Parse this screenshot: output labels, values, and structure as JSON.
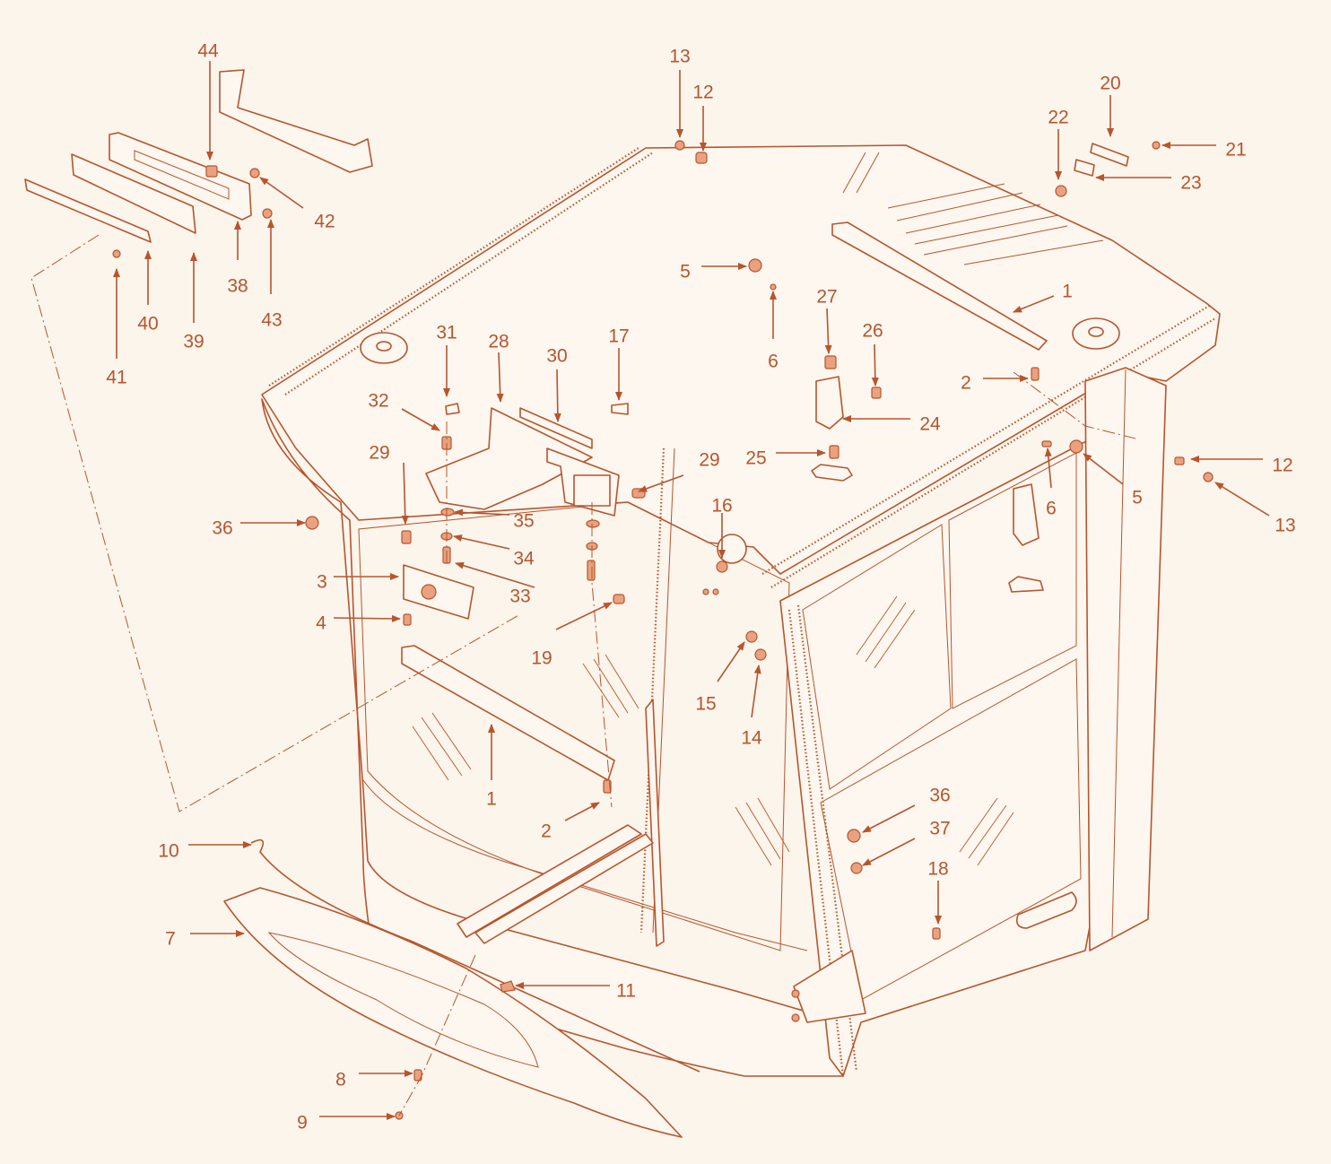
{
  "diagram": {
    "type": "exploded-parts-diagram",
    "line_color": "#b8542e",
    "background_color": "#fbf5ec",
    "callouts": [
      {
        "label": "44"
      },
      {
        "label": "42"
      },
      {
        "label": "38"
      },
      {
        "label": "43"
      },
      {
        "label": "40"
      },
      {
        "label": "39"
      },
      {
        "label": "41"
      },
      {
        "label": "13"
      },
      {
        "label": "12"
      },
      {
        "label": "5"
      },
      {
        "label": "6"
      },
      {
        "label": "31"
      },
      {
        "label": "28"
      },
      {
        "label": "30"
      },
      {
        "label": "17"
      },
      {
        "label": "32"
      },
      {
        "label": "29"
      },
      {
        "label": "36"
      },
      {
        "label": "35"
      },
      {
        "label": "34"
      },
      {
        "label": "33"
      },
      {
        "label": "3"
      },
      {
        "label": "4"
      },
      {
        "label": "19"
      },
      {
        "label": "29"
      },
      {
        "label": "16"
      },
      {
        "label": "15"
      },
      {
        "label": "14"
      },
      {
        "label": "1"
      },
      {
        "label": "2"
      },
      {
        "label": "27"
      },
      {
        "label": "26"
      },
      {
        "label": "24"
      },
      {
        "label": "25"
      },
      {
        "label": "20"
      },
      {
        "label": "22"
      },
      {
        "label": "21"
      },
      {
        "label": "23"
      },
      {
        "label": "1"
      },
      {
        "label": "2"
      },
      {
        "label": "12"
      },
      {
        "label": "13"
      },
      {
        "label": "6"
      },
      {
        "label": "5"
      },
      {
        "label": "36"
      },
      {
        "label": "37"
      },
      {
        "label": "18"
      },
      {
        "label": "10"
      },
      {
        "label": "7"
      },
      {
        "label": "11"
      },
      {
        "label": "8"
      },
      {
        "label": "9"
      }
    ]
  }
}
